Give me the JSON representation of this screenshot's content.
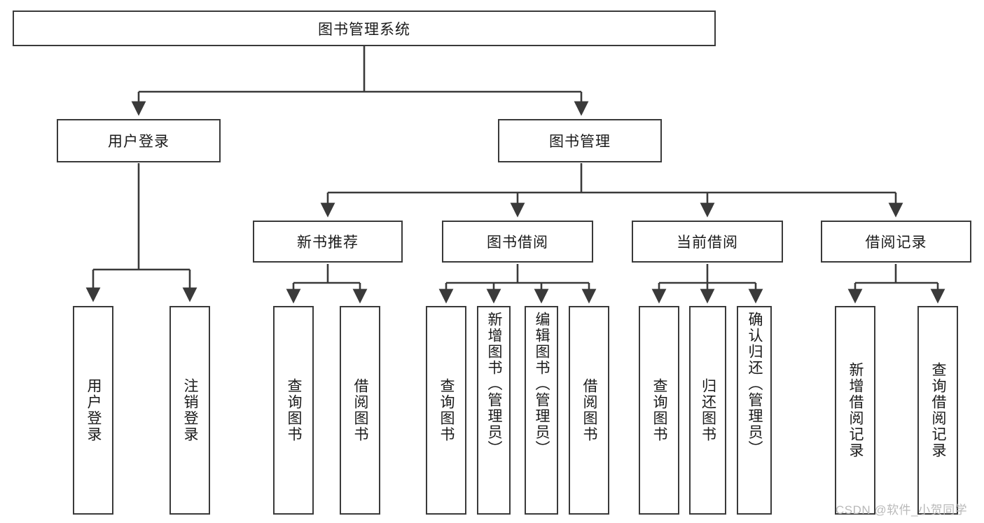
{
  "diagram": {
    "title": "图书管理系统",
    "type": "tree-hierarchy-chart",
    "root": {
      "label": "图书管理系统"
    },
    "level2": [
      {
        "label": "用户登录"
      },
      {
        "label": "图书管理"
      }
    ],
    "level3": [
      {
        "label": "新书推荐"
      },
      {
        "label": "图书借阅"
      },
      {
        "label": "当前借阅"
      },
      {
        "label": "借阅记录"
      }
    ],
    "leaves_user_login": [
      {
        "label": "用户登录"
      },
      {
        "label": "注销登录"
      }
    ],
    "leaves_new_book": [
      {
        "label": "查询图书"
      },
      {
        "label": "借阅图书"
      }
    ],
    "leaves_borrow": [
      {
        "label": "查询图书"
      },
      {
        "label": "新增图书（管理员）"
      },
      {
        "label": "编辑图书（管理员）"
      },
      {
        "label": "借阅图书"
      }
    ],
    "leaves_current": [
      {
        "label": "查询图书"
      },
      {
        "label": "归还图书"
      },
      {
        "label": "确认归还（管理员）"
      }
    ],
    "leaves_records": [
      {
        "label": "新增借阅记录"
      },
      {
        "label": "查询借阅记录"
      }
    ]
  },
  "watermark": {
    "text": "CSDN @软件_小贺同学"
  },
  "colors": {
    "box_border": "#3a3a3a",
    "line": "#3a3a3a",
    "text": "#1a1a1a",
    "background": "#ffffff",
    "watermark": "#b9b9b9"
  }
}
